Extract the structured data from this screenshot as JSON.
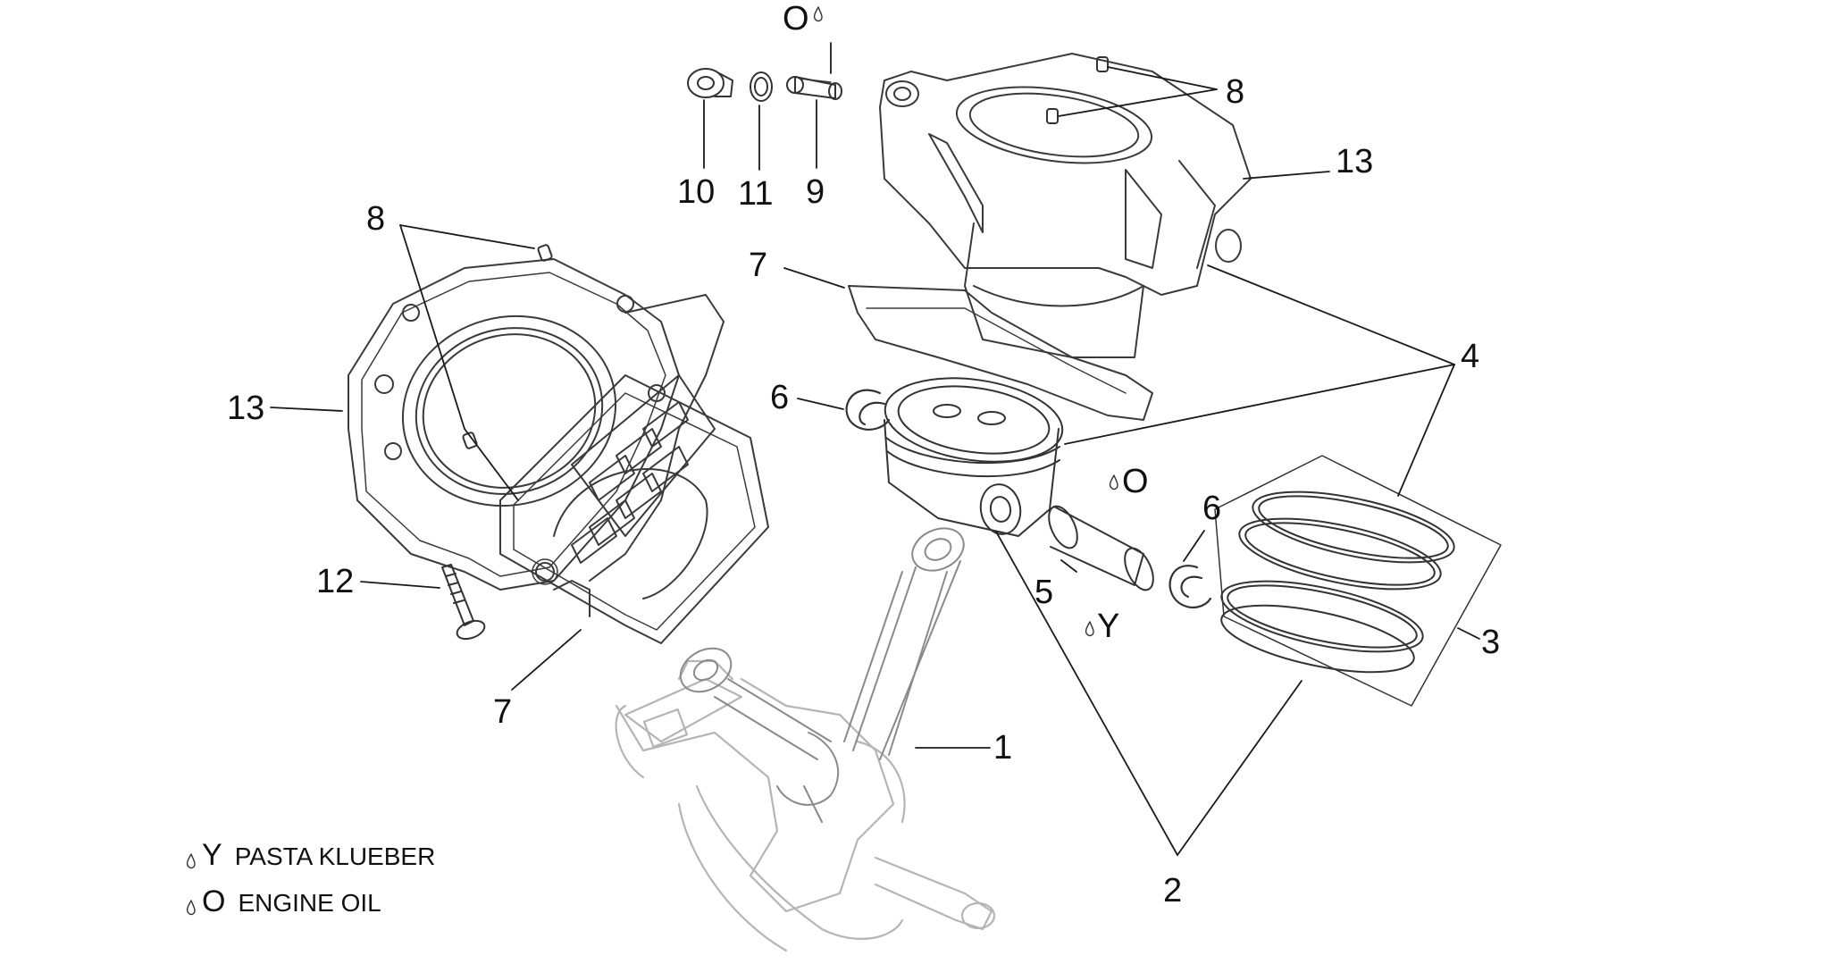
{
  "callouts": {
    "c1": "1",
    "c2": "2",
    "c3": "3",
    "c4": "4",
    "c5": "5",
    "c6a": "6",
    "c6b": "6",
    "c7a": "7",
    "c7b": "7",
    "c8a": "8",
    "c8b": "8",
    "c9": "9",
    "c10": "10",
    "c11": "11",
    "c12": "12",
    "c13a": "13",
    "c13b": "13"
  },
  "markers": {
    "oil_top": "O",
    "oil_piston": "O",
    "klueber_pin": "Y"
  },
  "legend": {
    "klueber_symbol": "Y",
    "klueber_text": "PASTA KLUEBER",
    "oil_symbol": "O",
    "oil_text": "ENGINE OIL"
  },
  "colors": {
    "line": "#1a1a1a",
    "part": "#333333",
    "part_light": "#9a9a9a",
    "crank": "#b5b5b5"
  }
}
